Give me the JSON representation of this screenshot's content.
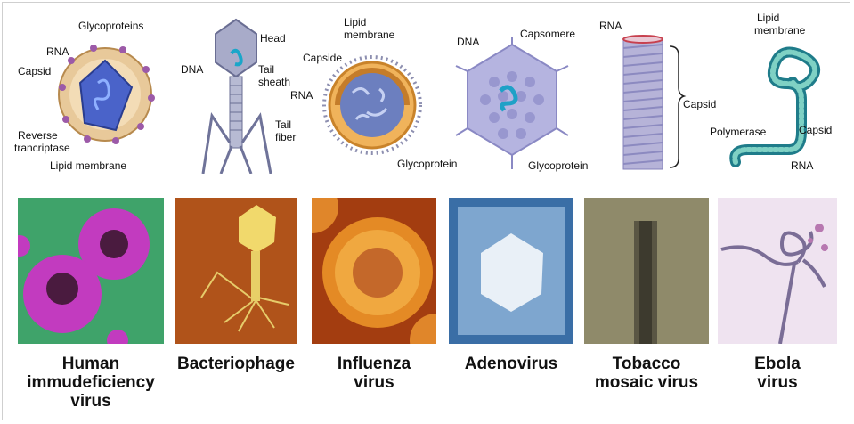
{
  "diagram_labels": {
    "hiv": {
      "glycoproteins": "Glycoproteins",
      "rna": "RNA",
      "capsid": "Capsid",
      "reverse1": "Reverse",
      "reverse2": "trancriptase",
      "lipid": "Lipid membrane"
    },
    "phage": {
      "head": "Head",
      "dna": "DNA",
      "tail1": "Tail",
      "tail2": "sheath",
      "fiber1": "Tail",
      "fiber2": "fiber"
    },
    "flu": {
      "lipid1": "Lipid",
      "lipid2": "membrane",
      "capside": "Capside",
      "rna": "RNA",
      "glyco": "Glycoprotein"
    },
    "adeno": {
      "dna": "DNA",
      "capsomere": "Capsomere",
      "glyco": "Glycoprotein"
    },
    "tmv": {
      "rna": "RNA",
      "capsid": "Capsid"
    },
    "ebola": {
      "lipid1": "Lipid",
      "lipid2": "membrane",
      "polymerase": "Polymerase",
      "capsid": "Capsid",
      "rna": "RNA"
    }
  },
  "virus_names": [
    {
      "line1": "Human",
      "line2": "immudeficiency",
      "line3": "virus"
    },
    {
      "line1": "Bacteriophage"
    },
    {
      "line1": "Influenza",
      "line2": "virus"
    },
    {
      "line1": "Adenovirus"
    },
    {
      "line1": "Tobacco",
      "line2": "mosaic virus"
    },
    {
      "line1": "Ebola",
      "line2": "virus"
    }
  ],
  "colors": {
    "hiv_bg": "#3fa36a",
    "hiv_cell": "#c23bbf",
    "phage_bg": "#b0531a",
    "flu_bg": "#a33d10",
    "adeno_bg": "#3a6ea6",
    "tmv_bg": "#8f8a6a",
    "ebola_bg": "#efe3f0"
  }
}
